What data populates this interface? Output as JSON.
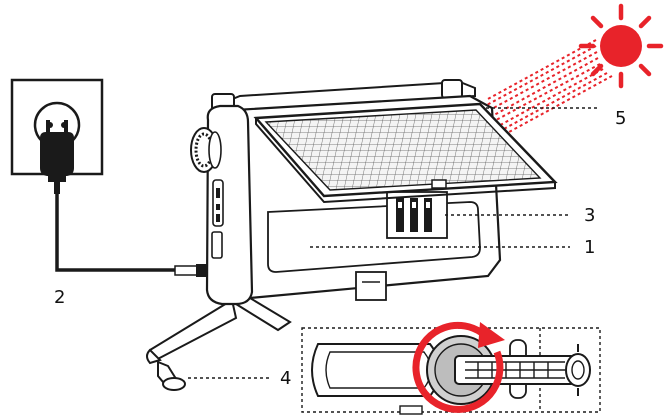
{
  "callouts": {
    "c1": "1",
    "c2": "2",
    "c3": "3",
    "c4": "4",
    "c5": "5"
  },
  "colors": {
    "line": "#1a1a1a",
    "accent_red": "#e8232a",
    "device_fill": "#ffffff",
    "panel_fill": "#f4f4f4"
  },
  "icons": {
    "wall_socket": "wall-socket-icon",
    "plug": "power-plug-icon",
    "sun": "sun-icon",
    "solar_panel": "solar-panel-icon",
    "hand_crank": "hand-crank-icon",
    "rotation_arrow": "rotation-arrow-icon"
  }
}
